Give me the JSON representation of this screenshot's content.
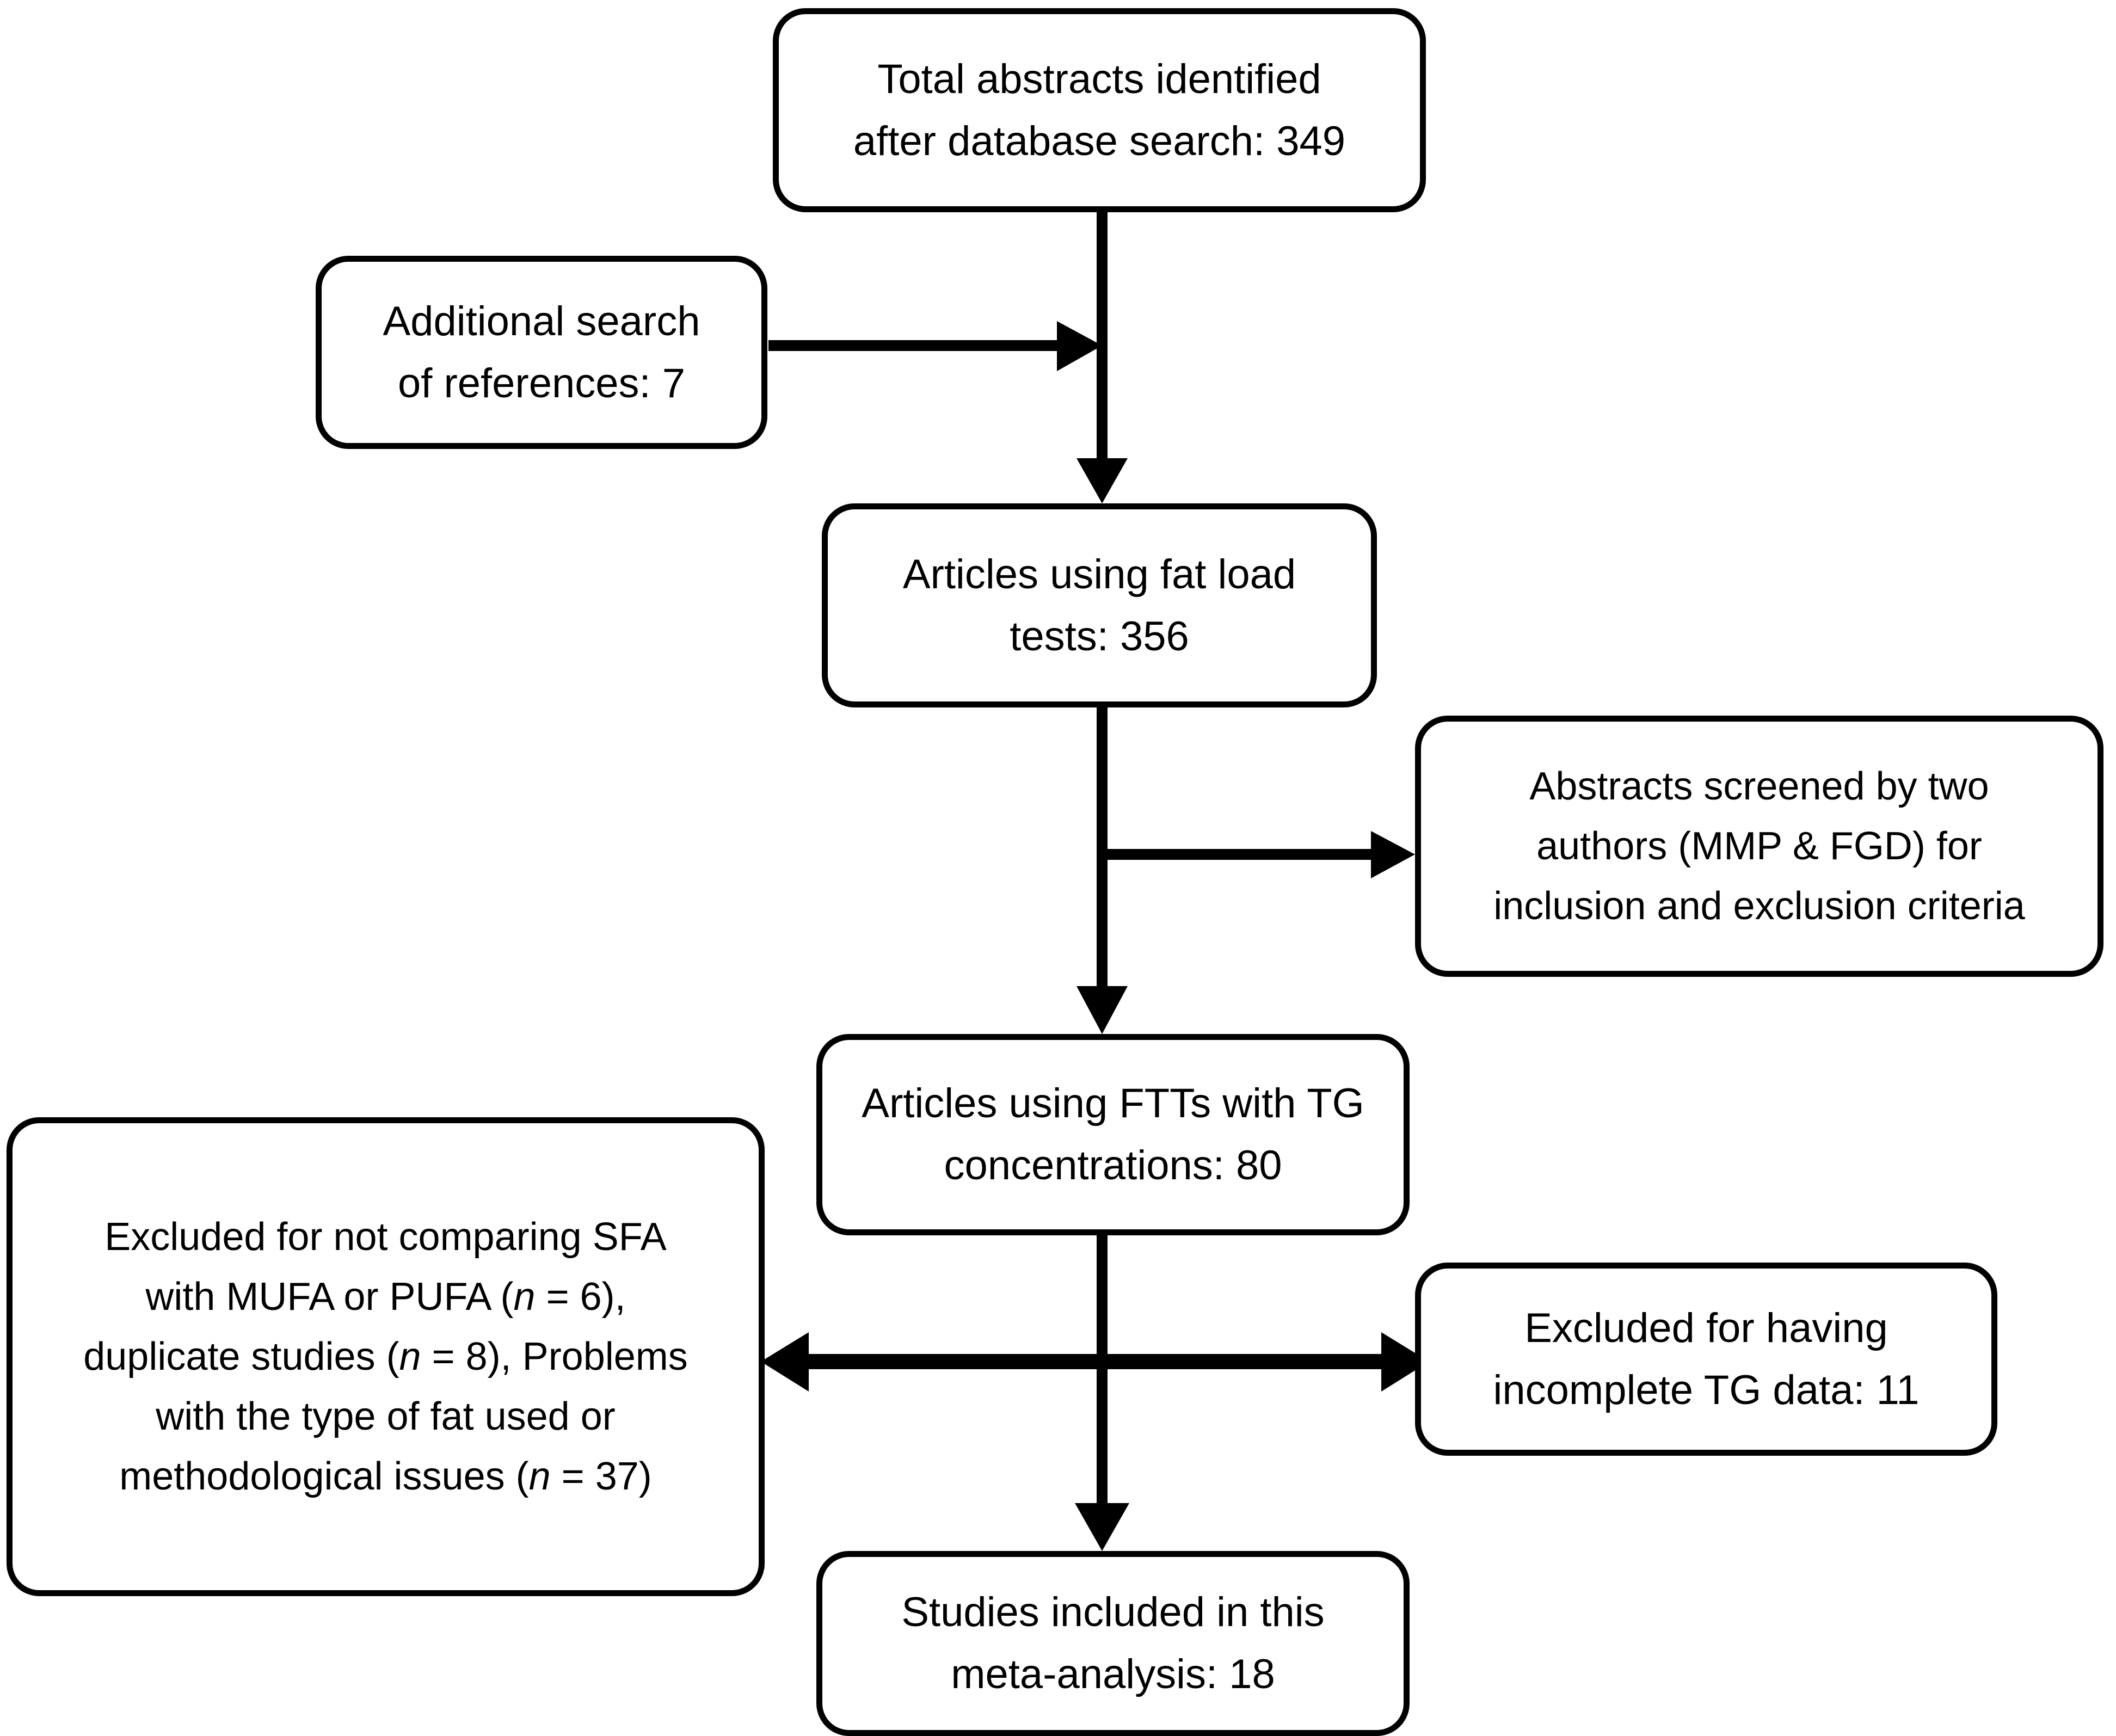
{
  "diagram": {
    "title": "PRISMA-style study selection flow diagram",
    "type": "flowchart",
    "stroke_color": "#000000",
    "background_color": "#ffffff",
    "nodes": [
      {
        "id": "total-abstracts",
        "lines": [
          "Total abstracts identified",
          "after database search: 349"
        ],
        "count": 349
      },
      {
        "id": "additional-search",
        "lines": [
          "Additional search",
          "of references: 7"
        ],
        "count": 7
      },
      {
        "id": "fat-load-tests",
        "lines": [
          "Articles using fat load",
          "tests: 356"
        ],
        "count": 356
      },
      {
        "id": "abstracts-screened",
        "lines": [
          "Abstracts screened by two",
          "authors (MMP & FGD) for",
          "inclusion and exclusion criteria"
        ],
        "count": null
      },
      {
        "id": "ftts-with-tg",
        "lines": [
          "Articles using FTTs with TG",
          "concentrations: 80"
        ],
        "count": 80
      },
      {
        "id": "excluded-not-comparing",
        "lines_html": [
          "Excluded for not comparing SFA",
          "with MUFA or PUFA (<em>n</em> = 6),",
          "duplicate studies (<em>n</em> = 8), Problems",
          "with the type of fat used or",
          "methodological issues (<em>n</em> = 37)"
        ],
        "counts": {
          "not_comparing_sfa": 6,
          "duplicate_studies": 8,
          "methodological_issues": 37
        }
      },
      {
        "id": "excluded-incomplete-tg",
        "lines": [
          "Excluded for having",
          "incomplete TG data: 11"
        ],
        "count": 11
      },
      {
        "id": "studies-included",
        "lines": [
          "Studies included in this",
          "meta-analysis: 18"
        ],
        "count": 18
      }
    ],
    "edges": [
      {
        "id": "edge-total-to-fatload",
        "from": "total-abstracts",
        "to": "fat-load-tests",
        "style": "single-arrow",
        "direction": "down"
      },
      {
        "id": "edge-additional-to-trunk",
        "from": "additional-search",
        "to": "fat-load-tests",
        "style": "single-arrow",
        "direction": "right"
      },
      {
        "id": "edge-fatload-to-ftts",
        "from": "fat-load-tests",
        "to": "ftts-with-tg",
        "style": "single-arrow",
        "direction": "down"
      },
      {
        "id": "edge-fatload-to-screened",
        "from": "fat-load-tests",
        "to": "abstracts-screened",
        "style": "single-arrow",
        "direction": "right"
      },
      {
        "id": "edge-ftts-to-included",
        "from": "ftts-with-tg",
        "to": "studies-included",
        "style": "single-arrow",
        "direction": "down"
      },
      {
        "id": "edge-exclusions-double",
        "from": "excluded-not-comparing",
        "to": "excluded-incomplete-tg",
        "style": "double-arrow",
        "direction": "both"
      }
    ]
  }
}
